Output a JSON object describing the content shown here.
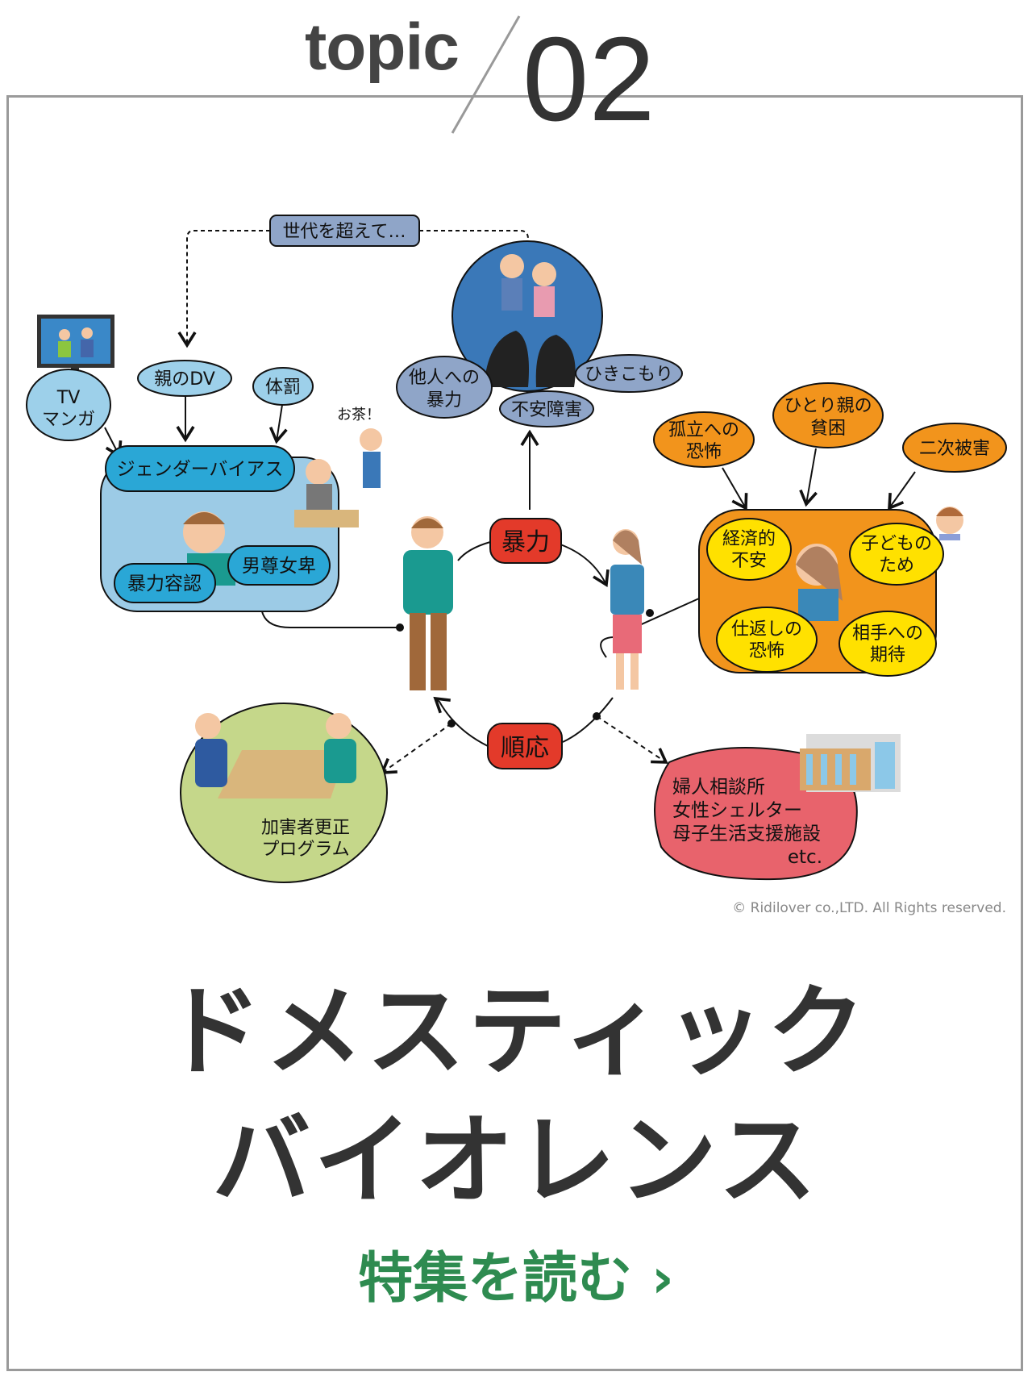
{
  "header": {
    "label": "topic",
    "number": "02"
  },
  "diagram": {
    "generation": "世代を超えて…",
    "tv": [
      "TV",
      "マンガ"
    ],
    "parent_dv": "親のDV",
    "punishment": "体罰",
    "tea": "お茶！",
    "gender_bias": "ジェンダーバイアス",
    "male_dominance": "男尊女卑",
    "violence_tolerance": "暴力容認",
    "violence_to_others": [
      "他人への",
      "暴力"
    ],
    "withdrawal": "ひきこもり",
    "anxiety_disorder": "不安障害",
    "violence": "暴力",
    "compliance": "順応",
    "isolation_fear": [
      "孤立への",
      "恐怖"
    ],
    "single_parent_poverty": [
      "ひとり親の",
      "貧困"
    ],
    "secondary_damage": "二次被害",
    "economic_anxiety": [
      "経済的",
      "不安"
    ],
    "for_children": [
      "子どもの",
      "ため"
    ],
    "fear_of_revenge": [
      "仕返しの",
      "恐怖"
    ],
    "expectation": [
      "相手への",
      "期待"
    ],
    "program": [
      "加害者更正",
      "プログラム"
    ],
    "facilities": [
      "婦人相談所",
      "女性シェルター",
      "母子生活支援施設",
      "etc."
    ]
  },
  "copyright": "© Ridilover co.,LTD. All Rights reserved.",
  "title": {
    "line1": "ドメスティック",
    "line2": "バイオレンス"
  },
  "read_more": "特集を読む",
  "colors": {
    "accent": "#2e8b50",
    "violence": "#e33a2a",
    "orange": "#f2941c",
    "yellow": "#ffe100",
    "blue": "#3a78b8",
    "lightblue": "#9ccbe6",
    "grayblue": "#8fa5c8",
    "green": "#c5d78a",
    "pink": "#e8636c"
  }
}
